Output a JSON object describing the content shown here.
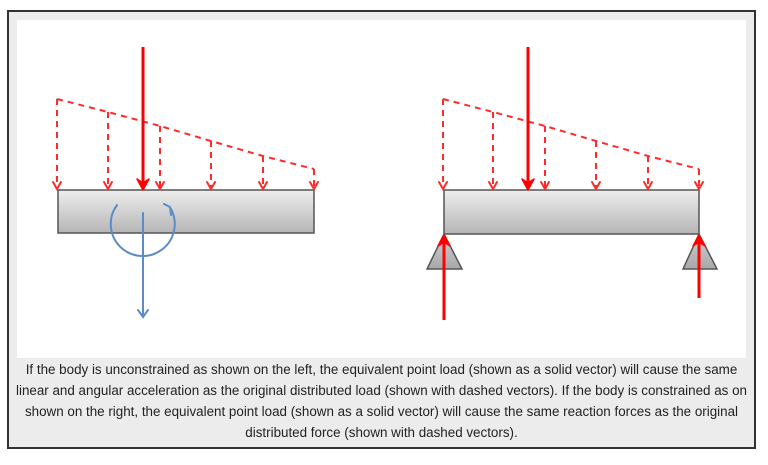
{
  "figure": {
    "left_diagram": {
      "label": "unconstrained body",
      "distributed_load": "dashed vectors (linearly decreasing)",
      "point_load": "solid vector",
      "response": [
        "linear acceleration",
        "angular acceleration"
      ]
    },
    "right_diagram": {
      "label": "constrained body",
      "distributed_load": "dashed vectors (linearly decreasing)",
      "point_load": "solid vector",
      "supports": [
        "left support",
        "right support"
      ],
      "response": [
        "left reaction force",
        "right reaction force"
      ]
    },
    "colors": {
      "load": "#ff0000",
      "acceleration": "#5b8cc8",
      "beam_top": "#ececec",
      "beam_bottom": "#b8b8b8",
      "beam_edge": "#555555",
      "frame_bg": "#ececec",
      "frame_border": "#333333"
    }
  },
  "caption": {
    "text": "If the body is unconstrained as shown on the left, the equivalent point load (shown as a solid vector) will cause the same linear and angular acceleration as the original distributed load (shown with dashed vectors). If the body is constrained as on shown on the right, the equivalent point load (shown as a solid vector) will cause the same reaction forces as the original distributed force (shown with dashed vectors)."
  }
}
